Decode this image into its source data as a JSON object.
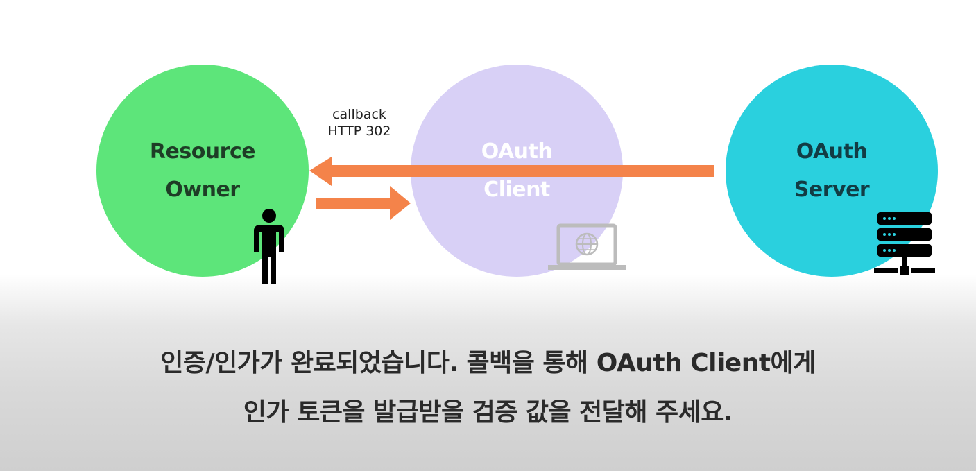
{
  "nodes": {
    "resource_owner": {
      "line1": "Resource",
      "line2": "Owner"
    },
    "oauth_client": {
      "line1": "OAuth",
      "line2": "Client"
    },
    "oauth_server": {
      "line1": "OAuth",
      "line2": "Server"
    }
  },
  "edge_label": {
    "line1": "callback",
    "line2": "HTTP 302"
  },
  "subtitle": {
    "line1": "인증/인가가 완료되었습니다. 콜백을 통해 OAuth Client에게",
    "line2": "인가 토큰을 발급받을 검증 값을 전달해 주세요."
  },
  "colors": {
    "resource_owner": "#5de57a",
    "oauth_client": "#d8d0f6",
    "oauth_server": "#2ad0de",
    "arrow": "#f4834a"
  },
  "icons": {
    "resource_owner": "person-icon",
    "oauth_client": "laptop-globe-icon",
    "oauth_server": "server-rack-icon"
  }
}
